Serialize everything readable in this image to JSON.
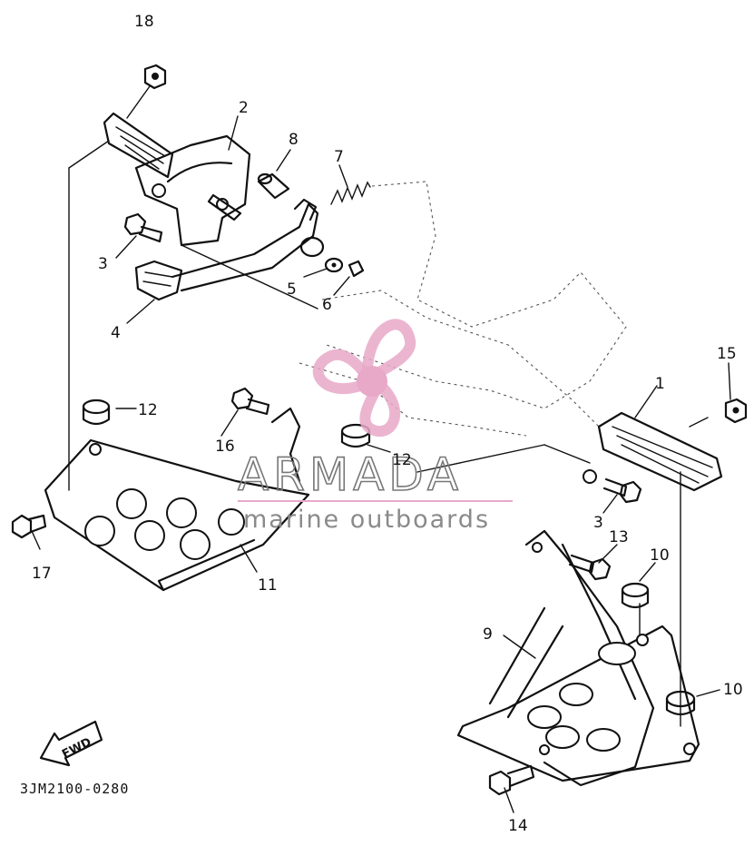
{
  "callouts": [
    {
      "id": "c18",
      "label": "18"
    },
    {
      "id": "c2",
      "label": "2"
    },
    {
      "id": "c8",
      "label": "8"
    },
    {
      "id": "c7",
      "label": "7"
    },
    {
      "id": "c3a",
      "label": "3"
    },
    {
      "id": "c5",
      "label": "5"
    },
    {
      "id": "c6",
      "label": "6"
    },
    {
      "id": "c4",
      "label": "4"
    },
    {
      "id": "c12a",
      "label": "12"
    },
    {
      "id": "c16",
      "label": "16"
    },
    {
      "id": "c12b",
      "label": "12"
    },
    {
      "id": "c1",
      "label": "1"
    },
    {
      "id": "c15",
      "label": "15"
    },
    {
      "id": "c3b",
      "label": "3"
    },
    {
      "id": "c13",
      "label": "13"
    },
    {
      "id": "c10a",
      "label": "10"
    },
    {
      "id": "c17",
      "label": "17"
    },
    {
      "id": "c11",
      "label": "11"
    },
    {
      "id": "c9",
      "label": "9"
    },
    {
      "id": "c10b",
      "label": "10"
    },
    {
      "id": "c14",
      "label": "14"
    }
  ],
  "fwd_label": "FWD",
  "diagram_code": "3JM2100-0280",
  "watermark": {
    "title": "ARMADA",
    "subtitle": "marine outboards",
    "color": "#e8a8c8"
  }
}
